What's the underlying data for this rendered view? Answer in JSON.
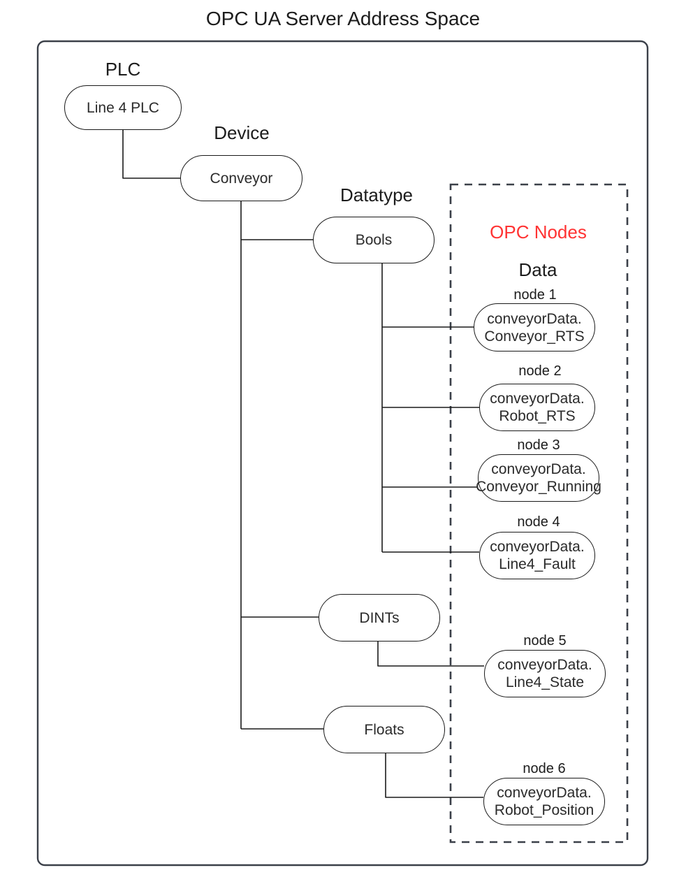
{
  "title": "OPC UA Server Address Space",
  "colors": {
    "accent_red": "#ff3333",
    "outline": "#1a1a1a",
    "container_border": "#3b4049",
    "dashed_border": "#3b4049",
    "text": "#1c1c1c",
    "background": "#ffffff"
  },
  "captions": {
    "plc": "PLC",
    "device": "Device",
    "datatype": "Datatype",
    "opc_nodes": "OPC Nodes",
    "data": "Data"
  },
  "tree": {
    "plc_node": "Line 4 PLC",
    "device_node": "Conveyor",
    "datatypes": [
      {
        "label": "Bools"
      },
      {
        "label": "DINTs"
      },
      {
        "label": "Floats"
      }
    ]
  },
  "opc_nodes": [
    {
      "label": "node 1",
      "line1": "conveyorData.",
      "line2": "Conveyor_RTS",
      "parent": "Bools"
    },
    {
      "label": "node 2",
      "line1": "conveyorData.",
      "line2": "Robot_RTS",
      "parent": "Bools"
    },
    {
      "label": "node 3",
      "line1": "conveyorData.",
      "line2": "Conveyor_Running",
      "parent": "Bools"
    },
    {
      "label": "node 4",
      "line1": "conveyorData.",
      "line2": "Line4_Fault",
      "parent": "Bools"
    },
    {
      "label": "node 5",
      "line1": "conveyorData.",
      "line2": "Line4_State",
      "parent": "DINTs"
    },
    {
      "label": "node 6",
      "line1": "conveyorData.",
      "line2": "Robot_Position",
      "parent": "Floats"
    }
  ]
}
